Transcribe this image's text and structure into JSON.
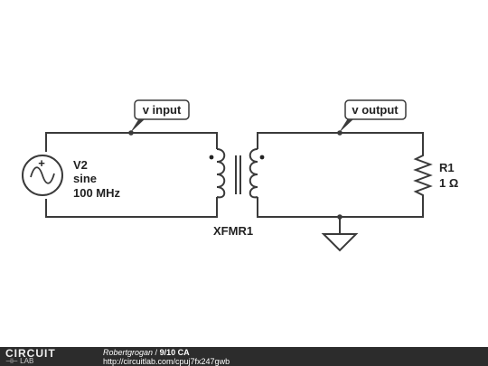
{
  "circuit": {
    "source": {
      "name": "V2",
      "type": "sine",
      "freq": "100 MHz"
    },
    "transformer": {
      "name": "XFMR1"
    },
    "resistor": {
      "name": "R1",
      "value": "1 Ω"
    },
    "probes": {
      "input": "v input",
      "output": "v output"
    }
  },
  "footer": {
    "logo_top": "CIRCUIT",
    "logo_bottom": "⊣⊢ LAB",
    "author": "Robertgrogan",
    "separator": " / ",
    "title": "9/10 CA",
    "url": "http://circuitlab.com/cpuj7fx247gwb"
  },
  "colors": {
    "wire": "#3a3a3a",
    "footer_bg": "#2c2c2c"
  }
}
